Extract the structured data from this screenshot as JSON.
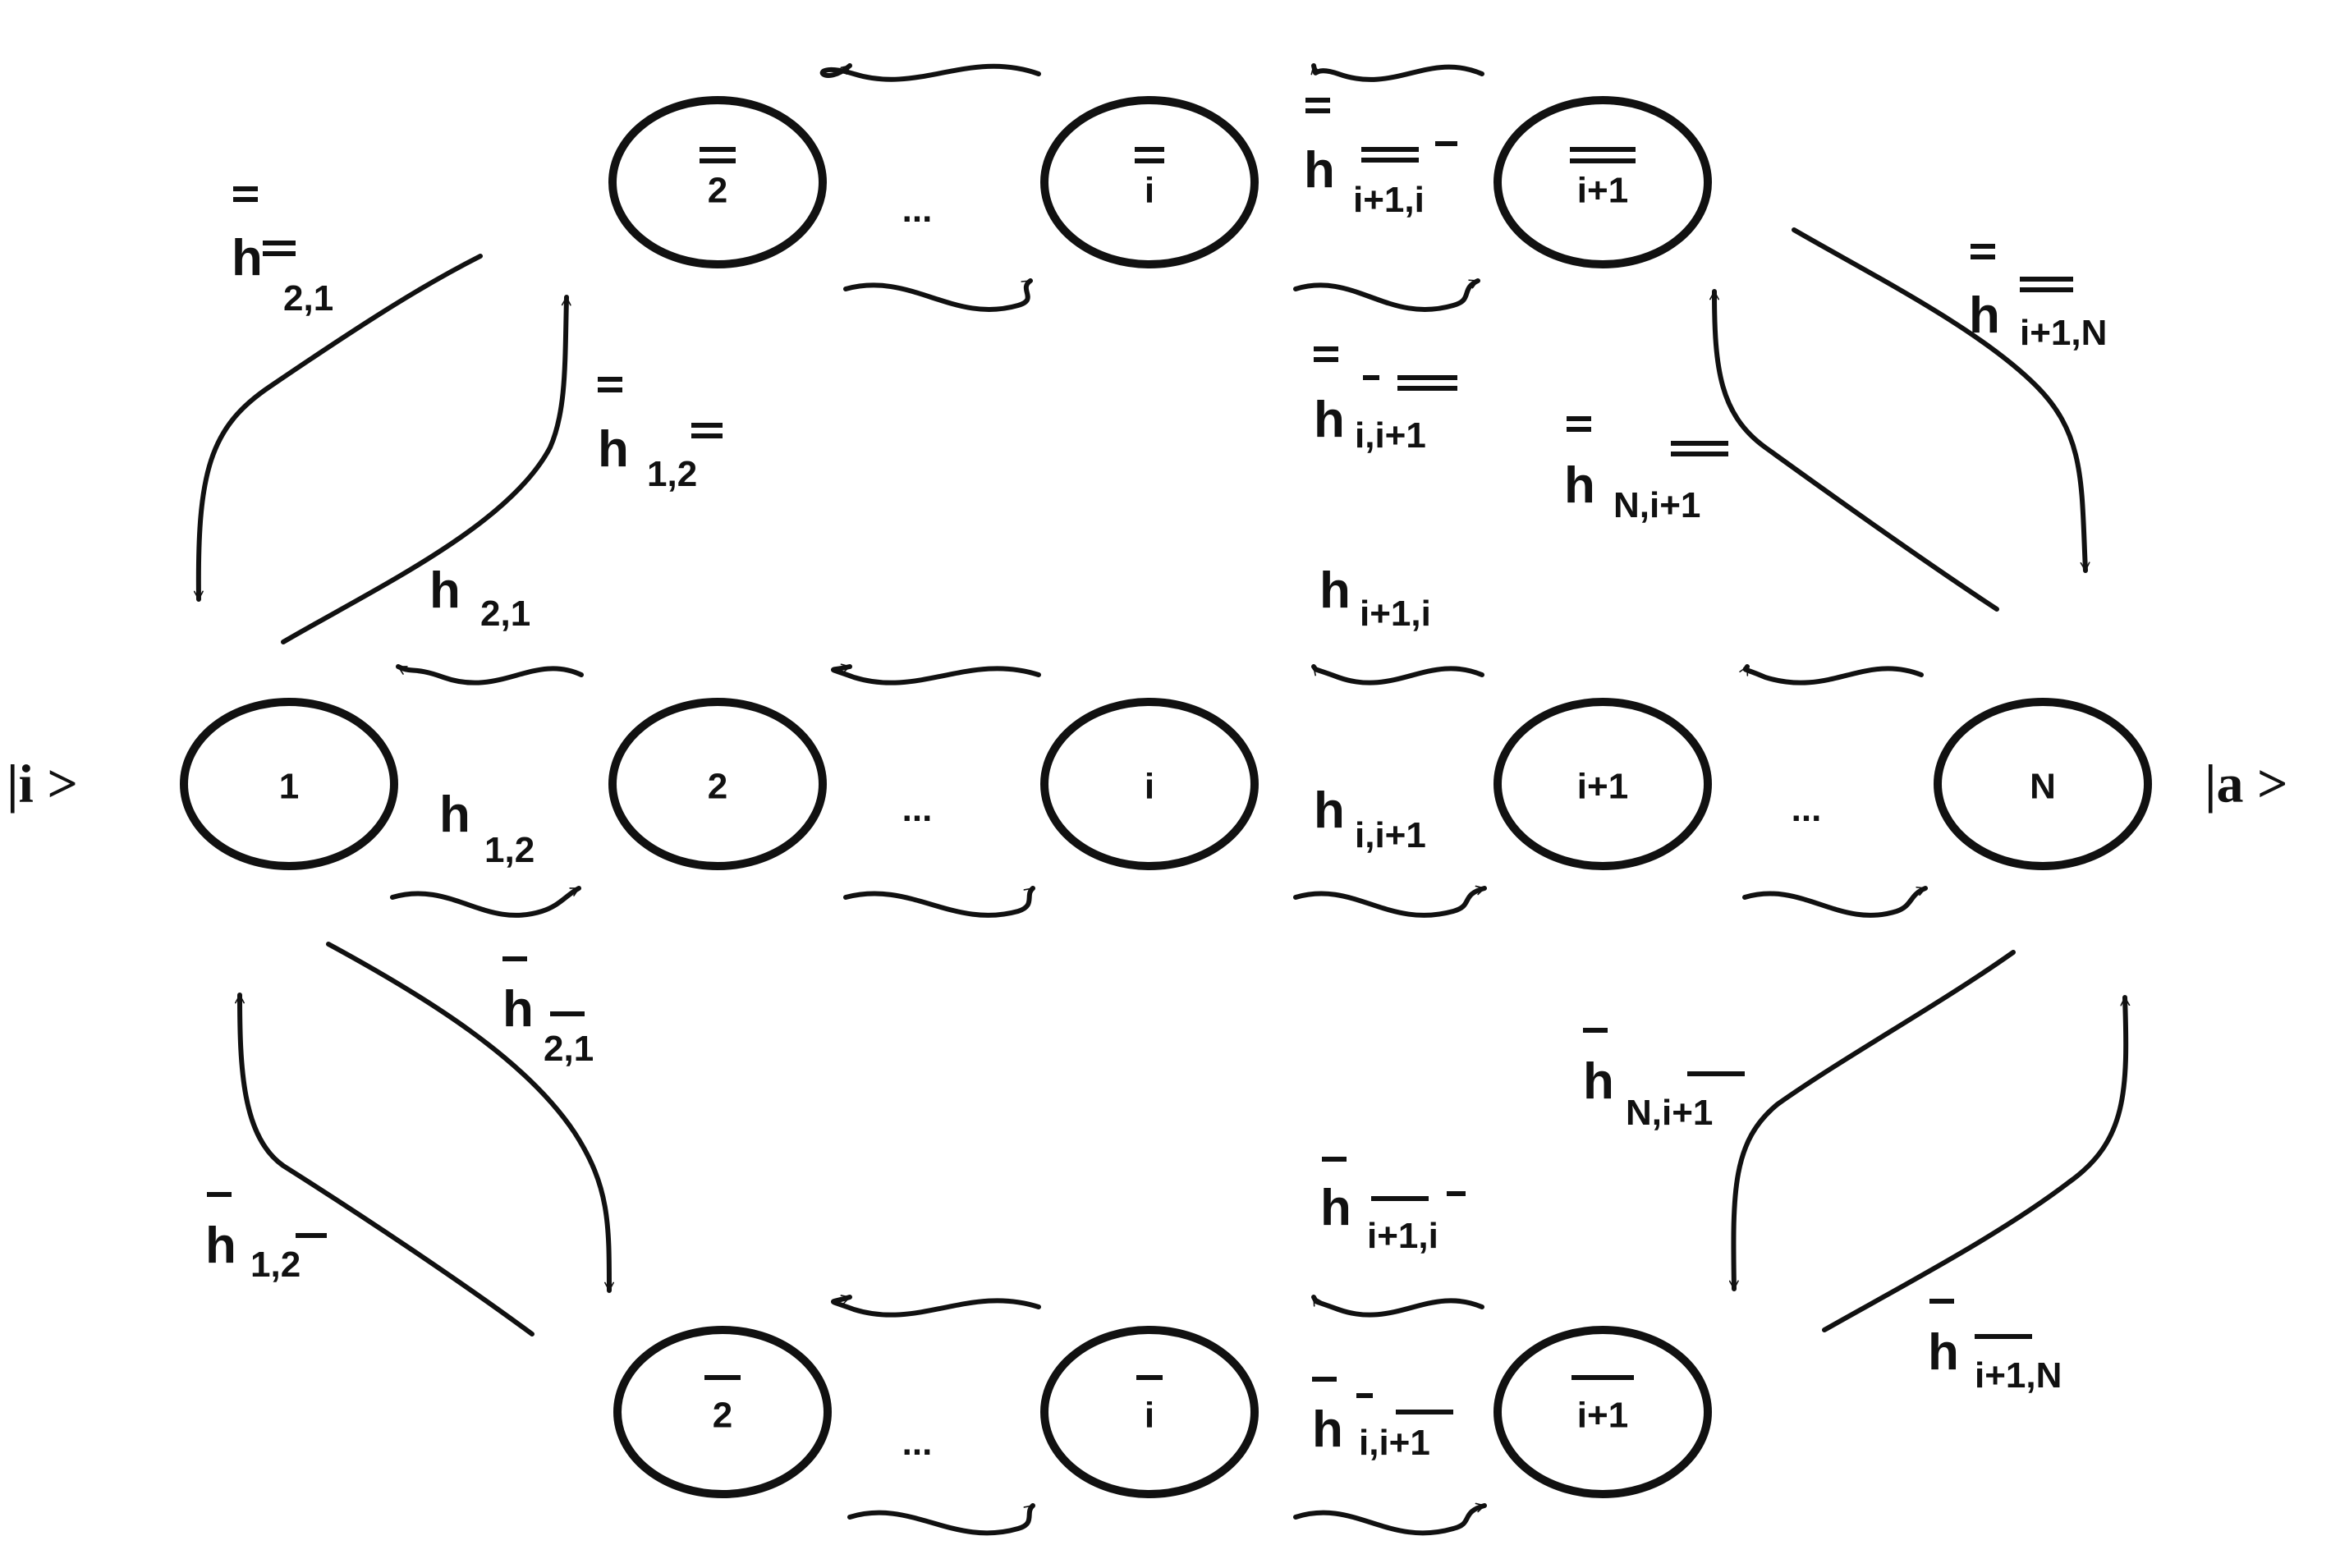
{
  "kets": {
    "left": "|i >",
    "right": "|a >"
  },
  "nodes": {
    "middle": [
      "1",
      "2",
      "i",
      "i+1",
      "N"
    ],
    "top": [
      "2",
      "i",
      "i+1"
    ],
    "bottom": [
      "2",
      "i",
      "i+1"
    ]
  },
  "ellipsis": "...",
  "labels": {
    "h": "h",
    "mid_1_2": "1,2",
    "mid_2_1": "2,1",
    "mid_i_i1": "i,i+1",
    "mid_i1_i": "i+1,i",
    "top_2_1": "2,1",
    "top_1_2": "1,2",
    "top_i1_i": "i+1,i",
    "top_i_i1": "i,i+1",
    "top_i1_N": "i+1,N",
    "top_N_i1": "N,i+1",
    "bot_2_1": "2,1",
    "bot_1_2": "1,2",
    "bot_i1_i": "i+1,i",
    "bot_i_i1": "i,i+1",
    "bot_N_i1": "N,i+1",
    "bot_i1_N": "i+1,N"
  }
}
